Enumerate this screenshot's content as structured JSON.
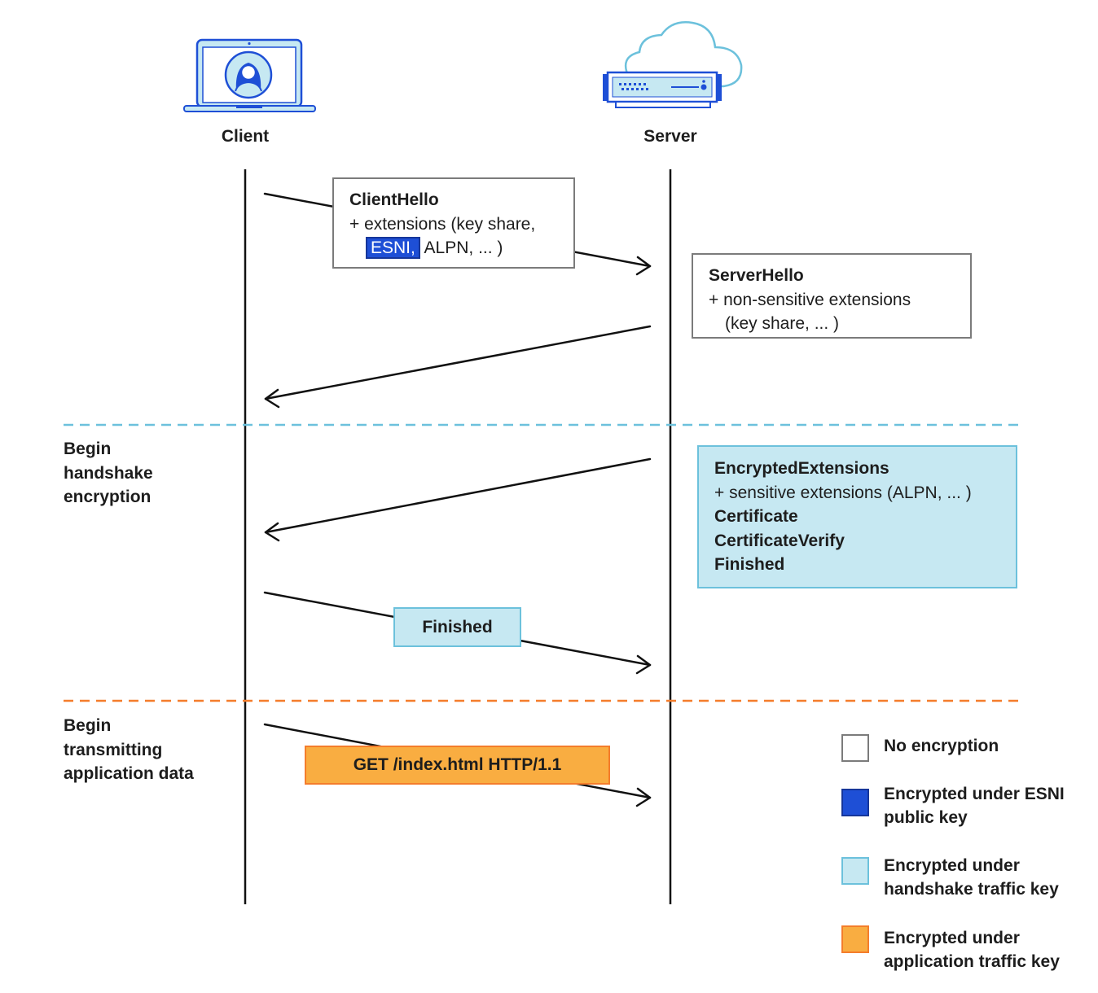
{
  "actors": {
    "client": "Client",
    "server": "Server"
  },
  "messages": {
    "client_hello": {
      "title": "ClientHello",
      "line2": "+ extensions (key share,",
      "esni": "ESNI,",
      "line3_rest": "ALPN, ... )"
    },
    "server_hello": {
      "title": "ServerHello",
      "line2": "+ non-sensitive extensions",
      "line3": "(key share, ... )"
    },
    "encrypted_extensions": {
      "title": "EncryptedExtensions",
      "line2": "+ sensitive extensions (ALPN, ... )",
      "line3": "Certificate",
      "line4": "CertificateVerify",
      "line5": "Finished"
    },
    "client_finished": "Finished",
    "app_data": "GET /index.html HTTP/1.1"
  },
  "phases": {
    "handshake": [
      "Begin",
      "handshake",
      "encryption"
    ],
    "application": [
      "Begin",
      "transmitting",
      "application data"
    ]
  },
  "legend": [
    {
      "label_1": "No encryption",
      "label_2": "",
      "color": "#ffffff",
      "border": "#7b7b7b"
    },
    {
      "label_1": "Encrypted under ESNI",
      "label_2": "public key",
      "color": "#1e4fd6",
      "border": "#16369a"
    },
    {
      "label_1": "Encrypted under",
      "label_2": "handshake traffic key",
      "color": "#c6e8f2",
      "border": "#6cc1dc"
    },
    {
      "label_1": "Encrypted under",
      "label_2": "application traffic key",
      "color": "#f9ad41",
      "border": "#f47d2c"
    }
  ],
  "colors": {
    "handshake_divider": "#6cc1dc",
    "application_divider": "#f47d2c",
    "icon_blue": "#1e4fd6",
    "icon_light": "#c6e8f2"
  }
}
